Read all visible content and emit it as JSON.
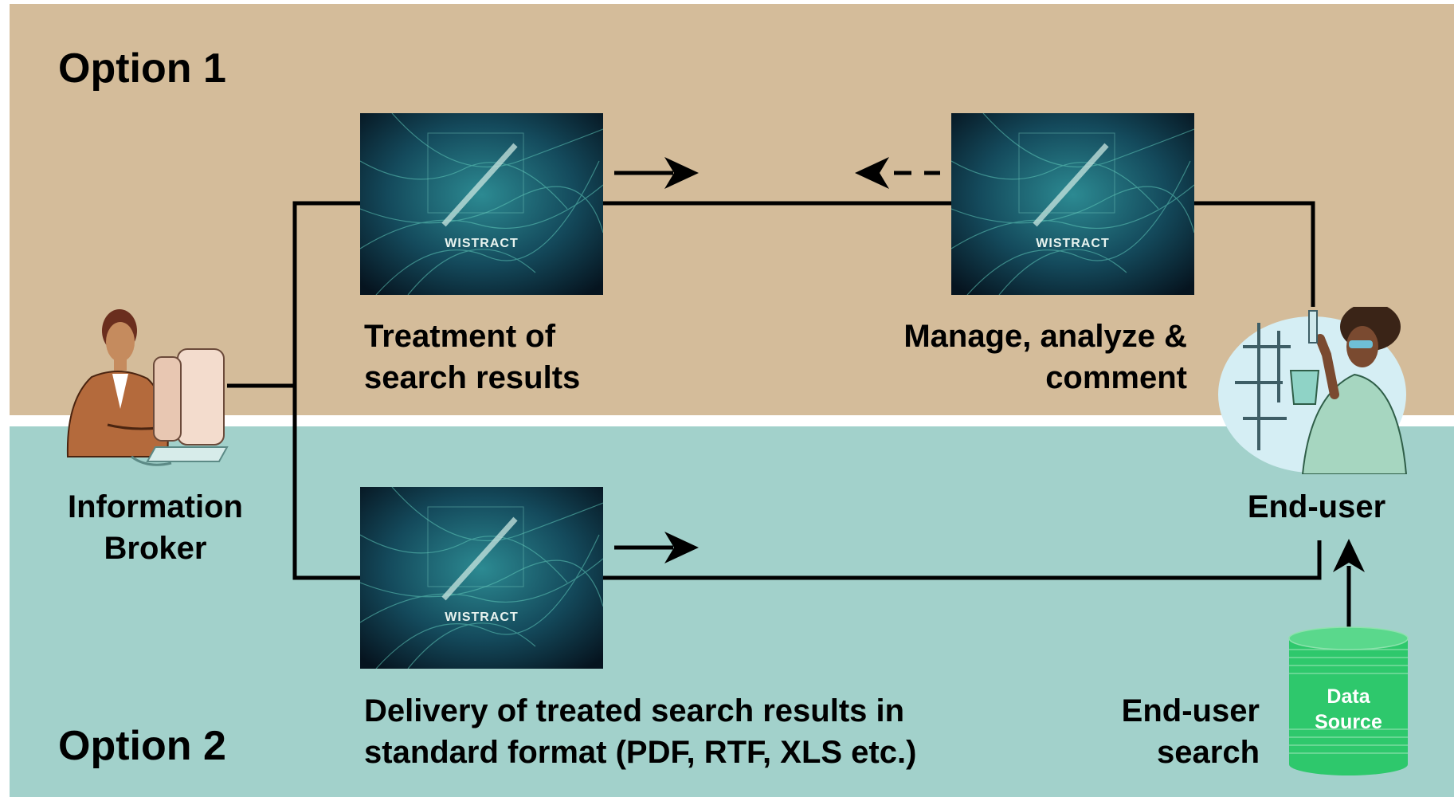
{
  "options": {
    "option1": "Option 1",
    "option2": "Option 2"
  },
  "actors": {
    "broker": "Information\nBroker",
    "end_user": "End-user"
  },
  "captions": {
    "treatment": "Treatment of\nsearch results",
    "manage": "Manage, analyze &\ncomment",
    "delivery": "Delivery of treated search results in\nstandard format (PDF, RTF, XLS etc.)",
    "end_user_search": "End-user\nsearch"
  },
  "thumbnail": {
    "brand": "WISTRACT"
  },
  "data_source": {
    "label_line1": "Data",
    "label_line2": "Source"
  },
  "colors": {
    "top_band": "#d4bc9a",
    "bottom_band": "#a2d1cb",
    "data_source": "#2ec86c"
  }
}
